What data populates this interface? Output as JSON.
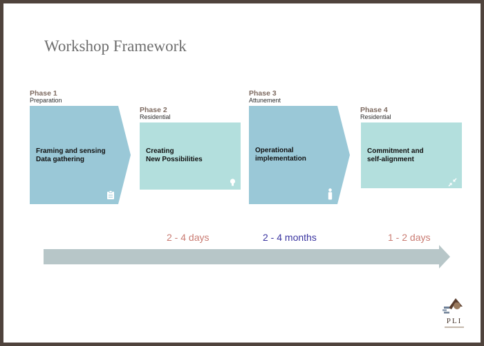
{
  "title": "Workshop Framework",
  "phases": [
    {
      "num": "Phase 1",
      "sub": "Preparation",
      "text": "Framing and sensing\nData gathering",
      "icon": "clipboard-icon"
    },
    {
      "num": "Phase 2",
      "sub": "Residential",
      "text": "Creating\nNew Possibilities",
      "icon": "lightbulb-icon"
    },
    {
      "num": "Phase 3",
      "sub": "Attunement",
      "text": "Operational\nimplementation",
      "icon": "person-icon"
    },
    {
      "num": "Phase 4",
      "sub": "Residential",
      "text": "Commitment and\nself-alignment",
      "icon": "converge-arrows-icon"
    }
  ],
  "durations": [
    {
      "text": "2 - 4 days",
      "color": "#c97b72"
    },
    {
      "text": "2 - 4 months",
      "color": "#3a34a0"
    },
    {
      "text": "1 - 2 days",
      "color": "#c97b72"
    }
  ],
  "logo": {
    "text": "PLI"
  },
  "colors": {
    "dark_box": "#9ac8d7",
    "light_box": "#b3dfdd",
    "timeline_arrow": "#b7c6c8",
    "frame": "#4f433c"
  }
}
